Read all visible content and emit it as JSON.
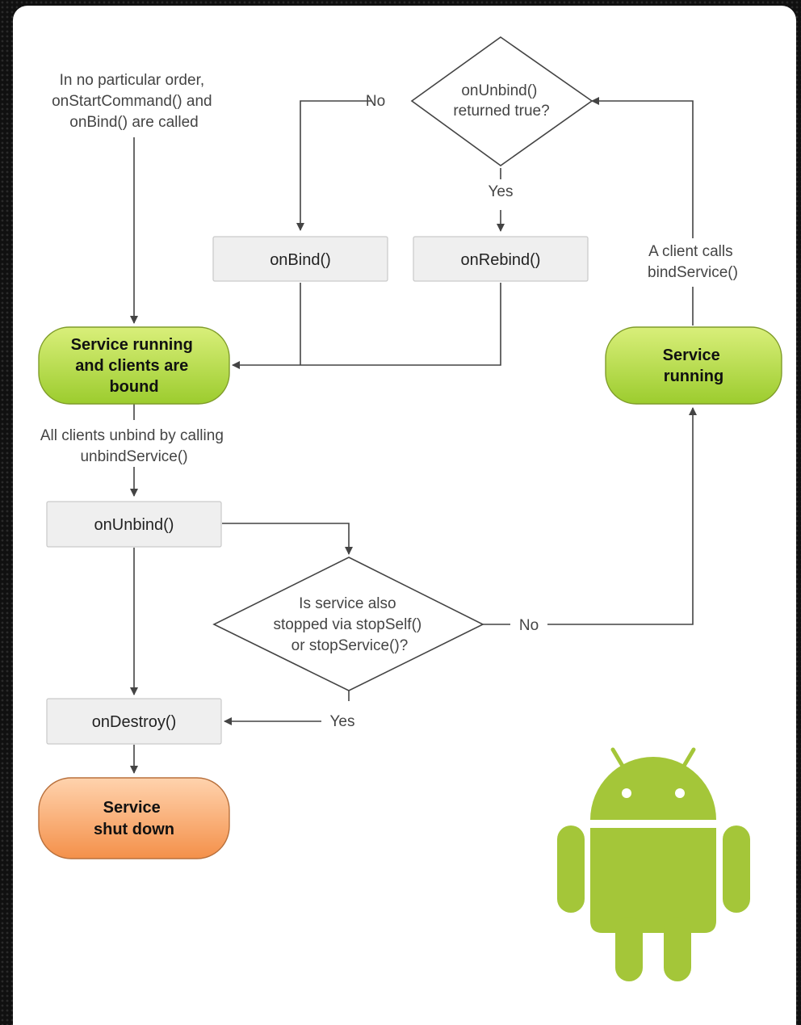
{
  "diagram": {
    "note_start": [
      "In no particular order,",
      "onStartCommand() and",
      "onBind() are called"
    ],
    "decision_unbind": [
      "onUnbind()",
      "returned true?"
    ],
    "label_no_top": "No",
    "label_yes_top": "Yes",
    "box_onbind": "onBind()",
    "box_onrebind": "onRebind()",
    "note_client_calls": [
      "A client calls",
      "bindService()"
    ],
    "node_running_bound": [
      "Service running",
      "and clients are",
      "bound"
    ],
    "node_running": [
      "Service",
      "running"
    ],
    "note_unbind_all": [
      "All clients unbind by calling",
      "unbindService()"
    ],
    "box_onunbind": "onUnbind()",
    "decision_stopped": [
      "Is service also",
      "stopped via stopSelf()",
      "or stopService()?"
    ],
    "label_no_bottom": "No",
    "label_yes_bottom": "Yes",
    "box_ondestroy": "onDestroy()",
    "node_shutdown": [
      "Service",
      "shut down"
    ]
  },
  "colors": {
    "green_node": "#a4c639",
    "orange_node": "#f29b5c",
    "android_logo": "#a4c639",
    "box_fill": "#efefef",
    "line": "#444444"
  },
  "logo": "android-robot-icon"
}
